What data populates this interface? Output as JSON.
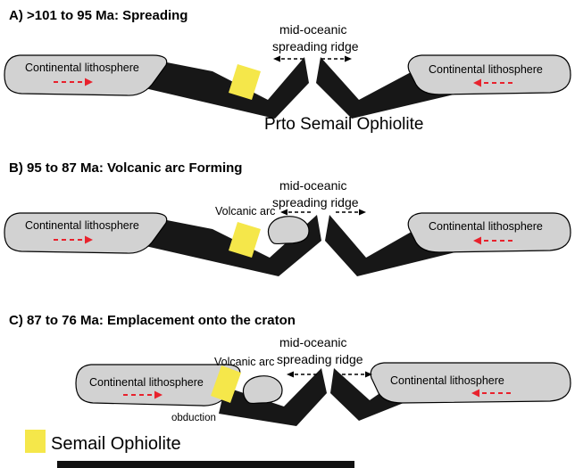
{
  "figure": {
    "background": "#ffffff",
    "colors": {
      "ophiolite_yellow": "#f5e74a",
      "continental_lithosphere_gray": "#d2d2d2",
      "oceanic_lithosphere_black": "#171717",
      "plate_motion_arrow_red": "#e8222d"
    },
    "panels": [
      {
        "id": "A",
        "title": "A) >101 to 95 Ma: Spreading",
        "ridge_label": {
          "line1": "mid-oceanic",
          "line2": "spreading ridge"
        },
        "left_plate_label": "Continental lithosphere",
        "right_plate_label": "Continental lithosphere",
        "caption": "Prto Semail Ophiolite"
      },
      {
        "id": "B",
        "title": "B) 95 to 87 Ma: Volcanic arc Forming",
        "ridge_label": {
          "line1": "mid-oceanic",
          "line2": "spreading ridge"
        },
        "left_plate_label": "Continental lithosphere",
        "right_plate_label": "Continental lithosphere",
        "volcanic_arc_label": "Volcanic arc"
      },
      {
        "id": "C",
        "title": "C) 87 to 76 Ma: Emplacement onto the craton",
        "ridge_label": {
          "line1": "mid-oceanic",
          "line2": "spreading ridge"
        },
        "left_plate_label": "Continental lithosphere",
        "right_plate_label": "Continental lithosphere",
        "volcanic_arc_label": "Volcanic arc",
        "obduction_label": "obduction"
      }
    ],
    "legend": {
      "label": "Semail Ophiolite",
      "swatch_color": "#f5e74a"
    }
  }
}
